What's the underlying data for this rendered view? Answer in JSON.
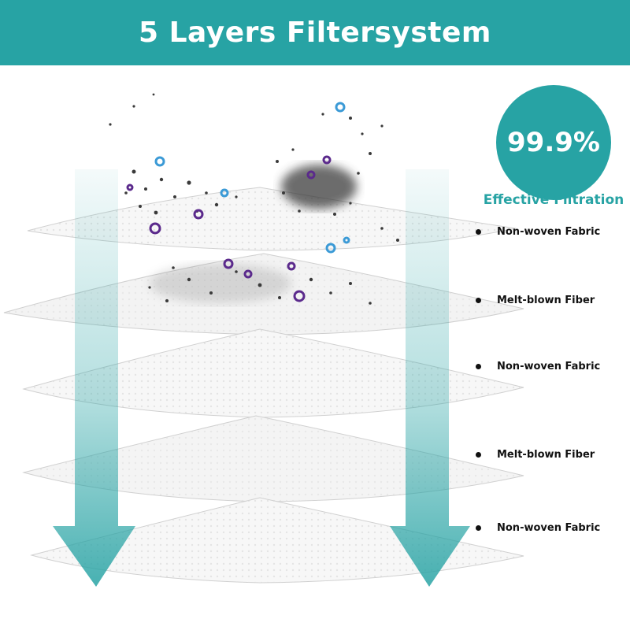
{
  "title": "5 Layers Filtersystem",
  "badge": {
    "value": "99.9%",
    "caption": "Effective Filtration"
  },
  "layers": [
    {
      "label": "Non-woven Fabric"
    },
    {
      "label": "Melt-blown Fiber"
    },
    {
      "label": "Non-woven Fabric"
    },
    {
      "label": "Melt-blown Fiber"
    },
    {
      "label": "Non-woven Fabric"
    }
  ],
  "colors": {
    "accent": "#27a3a4",
    "text": "#111111",
    "particle_dark": "#3a3a3a",
    "particle_purple": "#5b2a8c",
    "particle_blue": "#3b9ad6"
  }
}
